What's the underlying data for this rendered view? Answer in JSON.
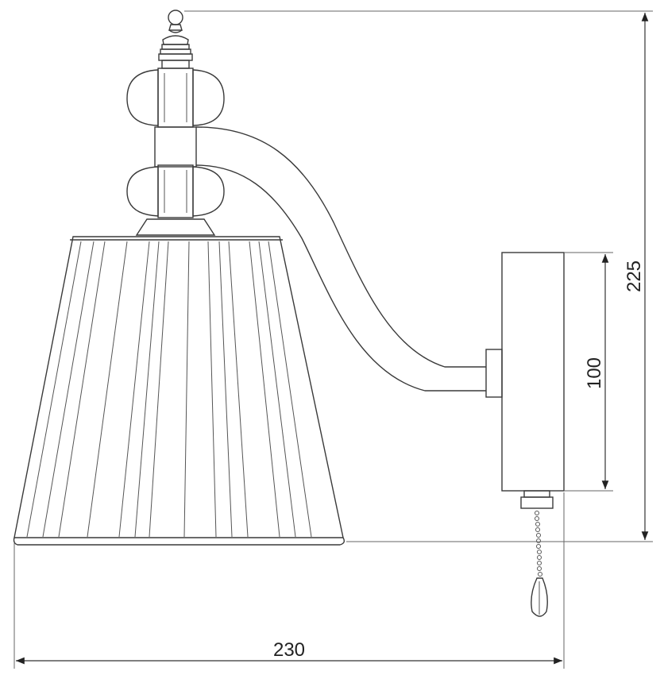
{
  "dimensions": {
    "width_label": "230",
    "height_label": "225",
    "plate_label": "100"
  },
  "colors": {
    "line": "#3a3a3a",
    "dimension": "#333333",
    "background": "#ffffff"
  }
}
